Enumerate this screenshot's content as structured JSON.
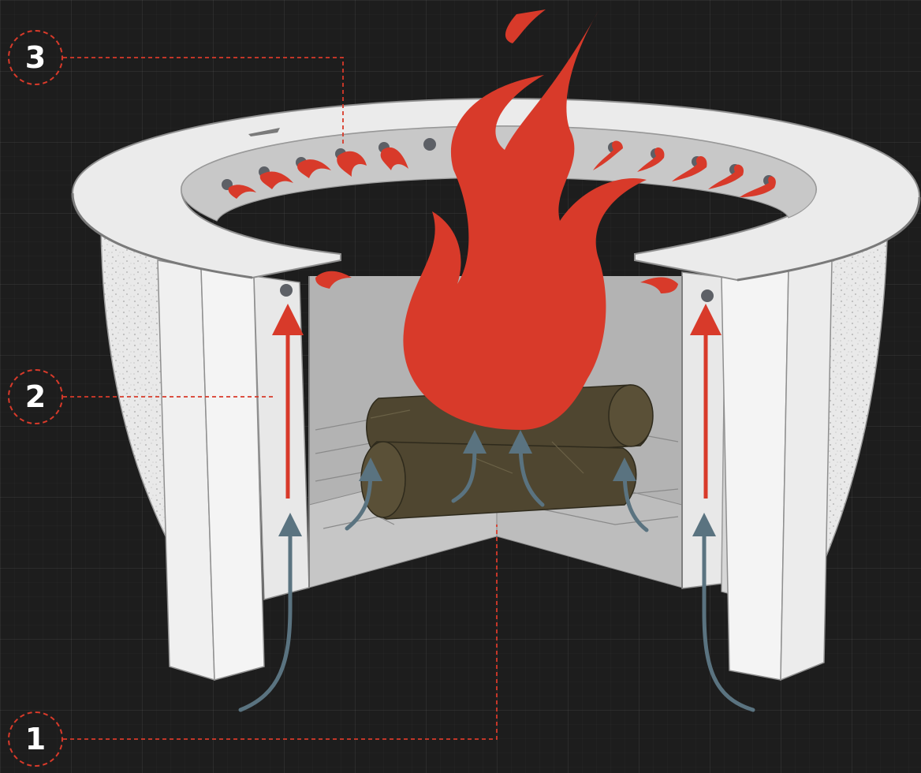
{
  "callouts": [
    {
      "number": "1"
    },
    {
      "number": "2"
    },
    {
      "number": "3"
    }
  ],
  "colors": {
    "background": "#1d1d1d",
    "flame": "#d83a2a",
    "log": "#4f4630",
    "steel": "#e6e6e6",
    "inner_wall": "#b9b9b9",
    "air_flow": "#5a7380",
    "hot_air": "#d83a2a",
    "callout_line": "#d83a2a"
  },
  "icons": [
    "fire-flame-icon",
    "air-flow-arrow-icon",
    "hot-air-arrow-icon",
    "secondary-flame-jet-icon"
  ]
}
